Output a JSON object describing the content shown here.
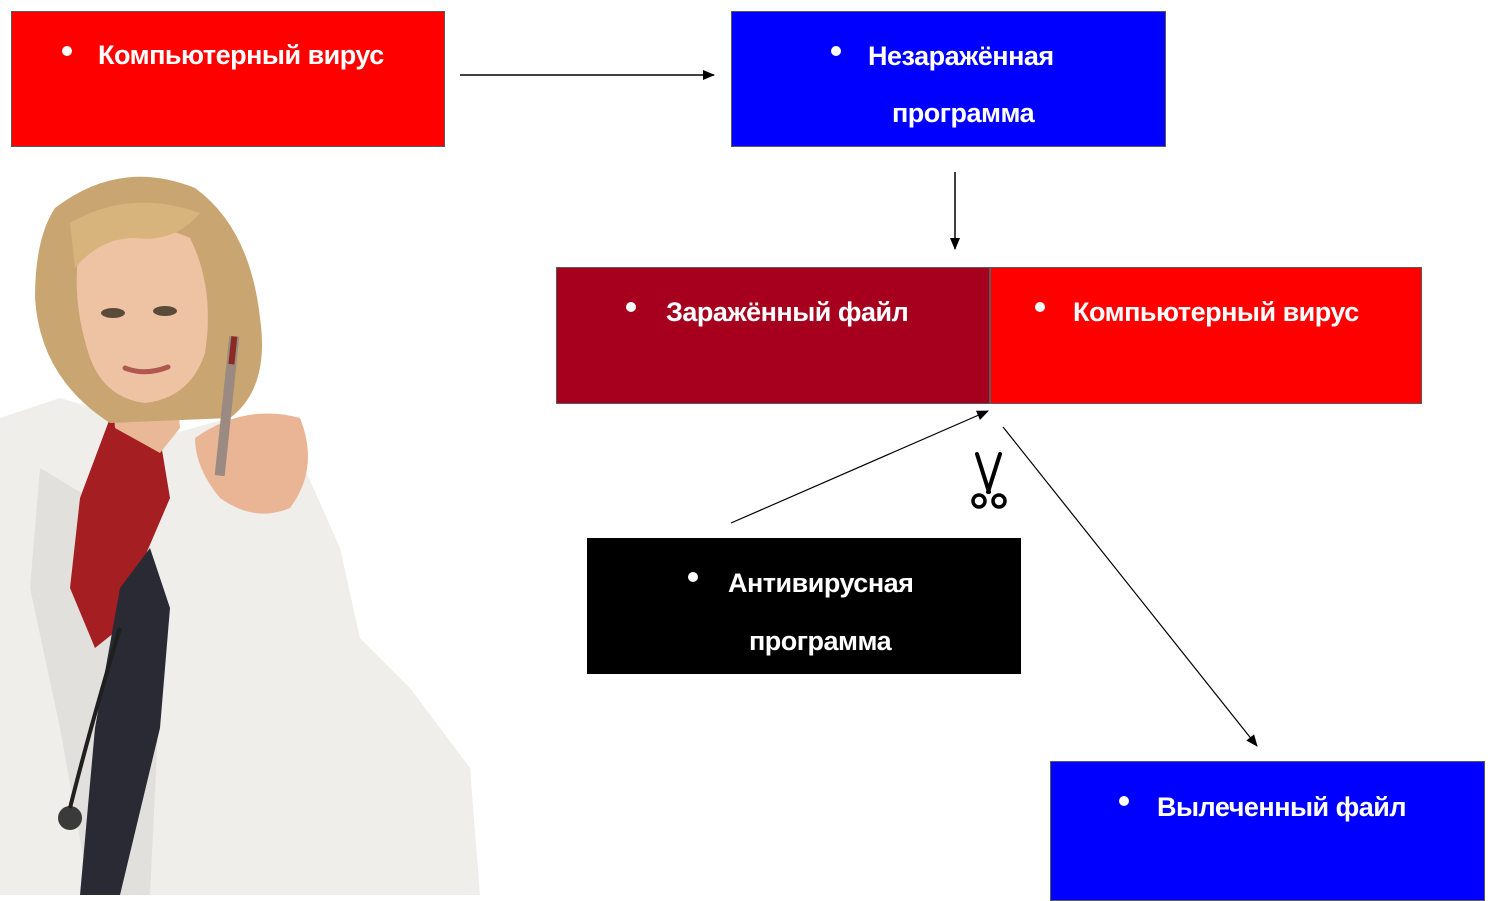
{
  "colors": {
    "virus_red": "#fe0000",
    "program_blue": "#0000fe",
    "infected_dark_red": "#a6001e",
    "antivirus_black": "#000000",
    "text_white": "#ffffff"
  },
  "nodes": {
    "virus_top": {
      "label": "Компьютерный вирус"
    },
    "clean_program": {
      "line1": "Незаражённая",
      "line2": "программа"
    },
    "infected_file": {
      "label": "Заражённый файл"
    },
    "virus_attached": {
      "label": "Компьютерный вирус"
    },
    "antivirus": {
      "line1": "Антивирусная",
      "line2": "программа"
    },
    "cured_file": {
      "label": "Вылеченный файл"
    }
  },
  "icons": {
    "scissors": "scissors-icon",
    "illustration": "doctor-with-syringe"
  }
}
